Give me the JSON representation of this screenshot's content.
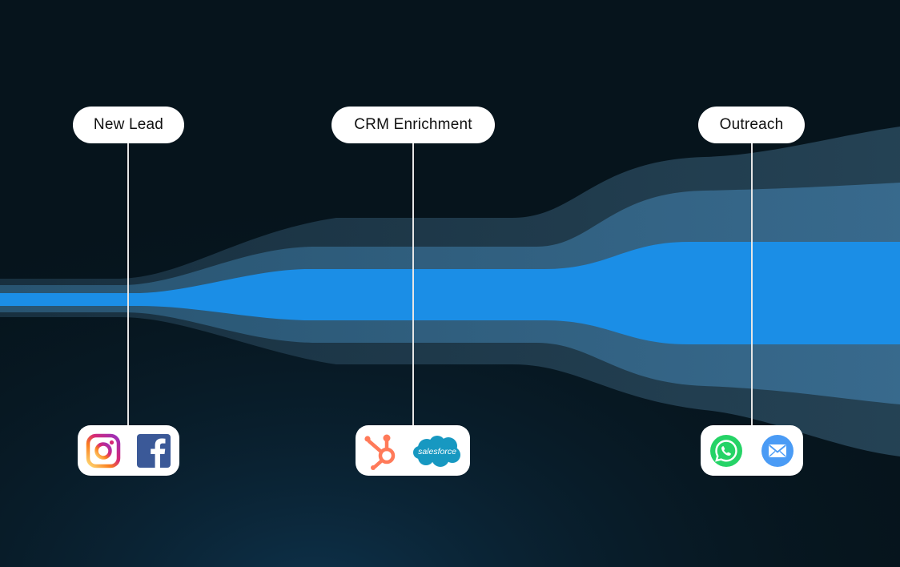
{
  "stages": [
    {
      "label": "New Lead",
      "icons": [
        "instagram-icon",
        "facebook-icon"
      ]
    },
    {
      "label": "CRM Enrichment",
      "icons": [
        "hubspot-icon",
        "salesforce-icon"
      ]
    },
    {
      "label": "Outreach",
      "icons": [
        "whatsapp-icon",
        "email-icon"
      ]
    }
  ],
  "icon_text": {
    "salesforce": "salesforce"
  },
  "colors": {
    "background": "#06141c",
    "band_outer": "#1e3a4c",
    "band_middle": "#2e5f7f",
    "band_core": "#1b8ee6",
    "card": "#ffffff",
    "instagram": "#e1306c",
    "facebook": "#3b5998",
    "hubspot": "#ff7a59",
    "salesforce": "#1798c1",
    "whatsapp": "#25d366",
    "email": "#4a9bf5"
  }
}
